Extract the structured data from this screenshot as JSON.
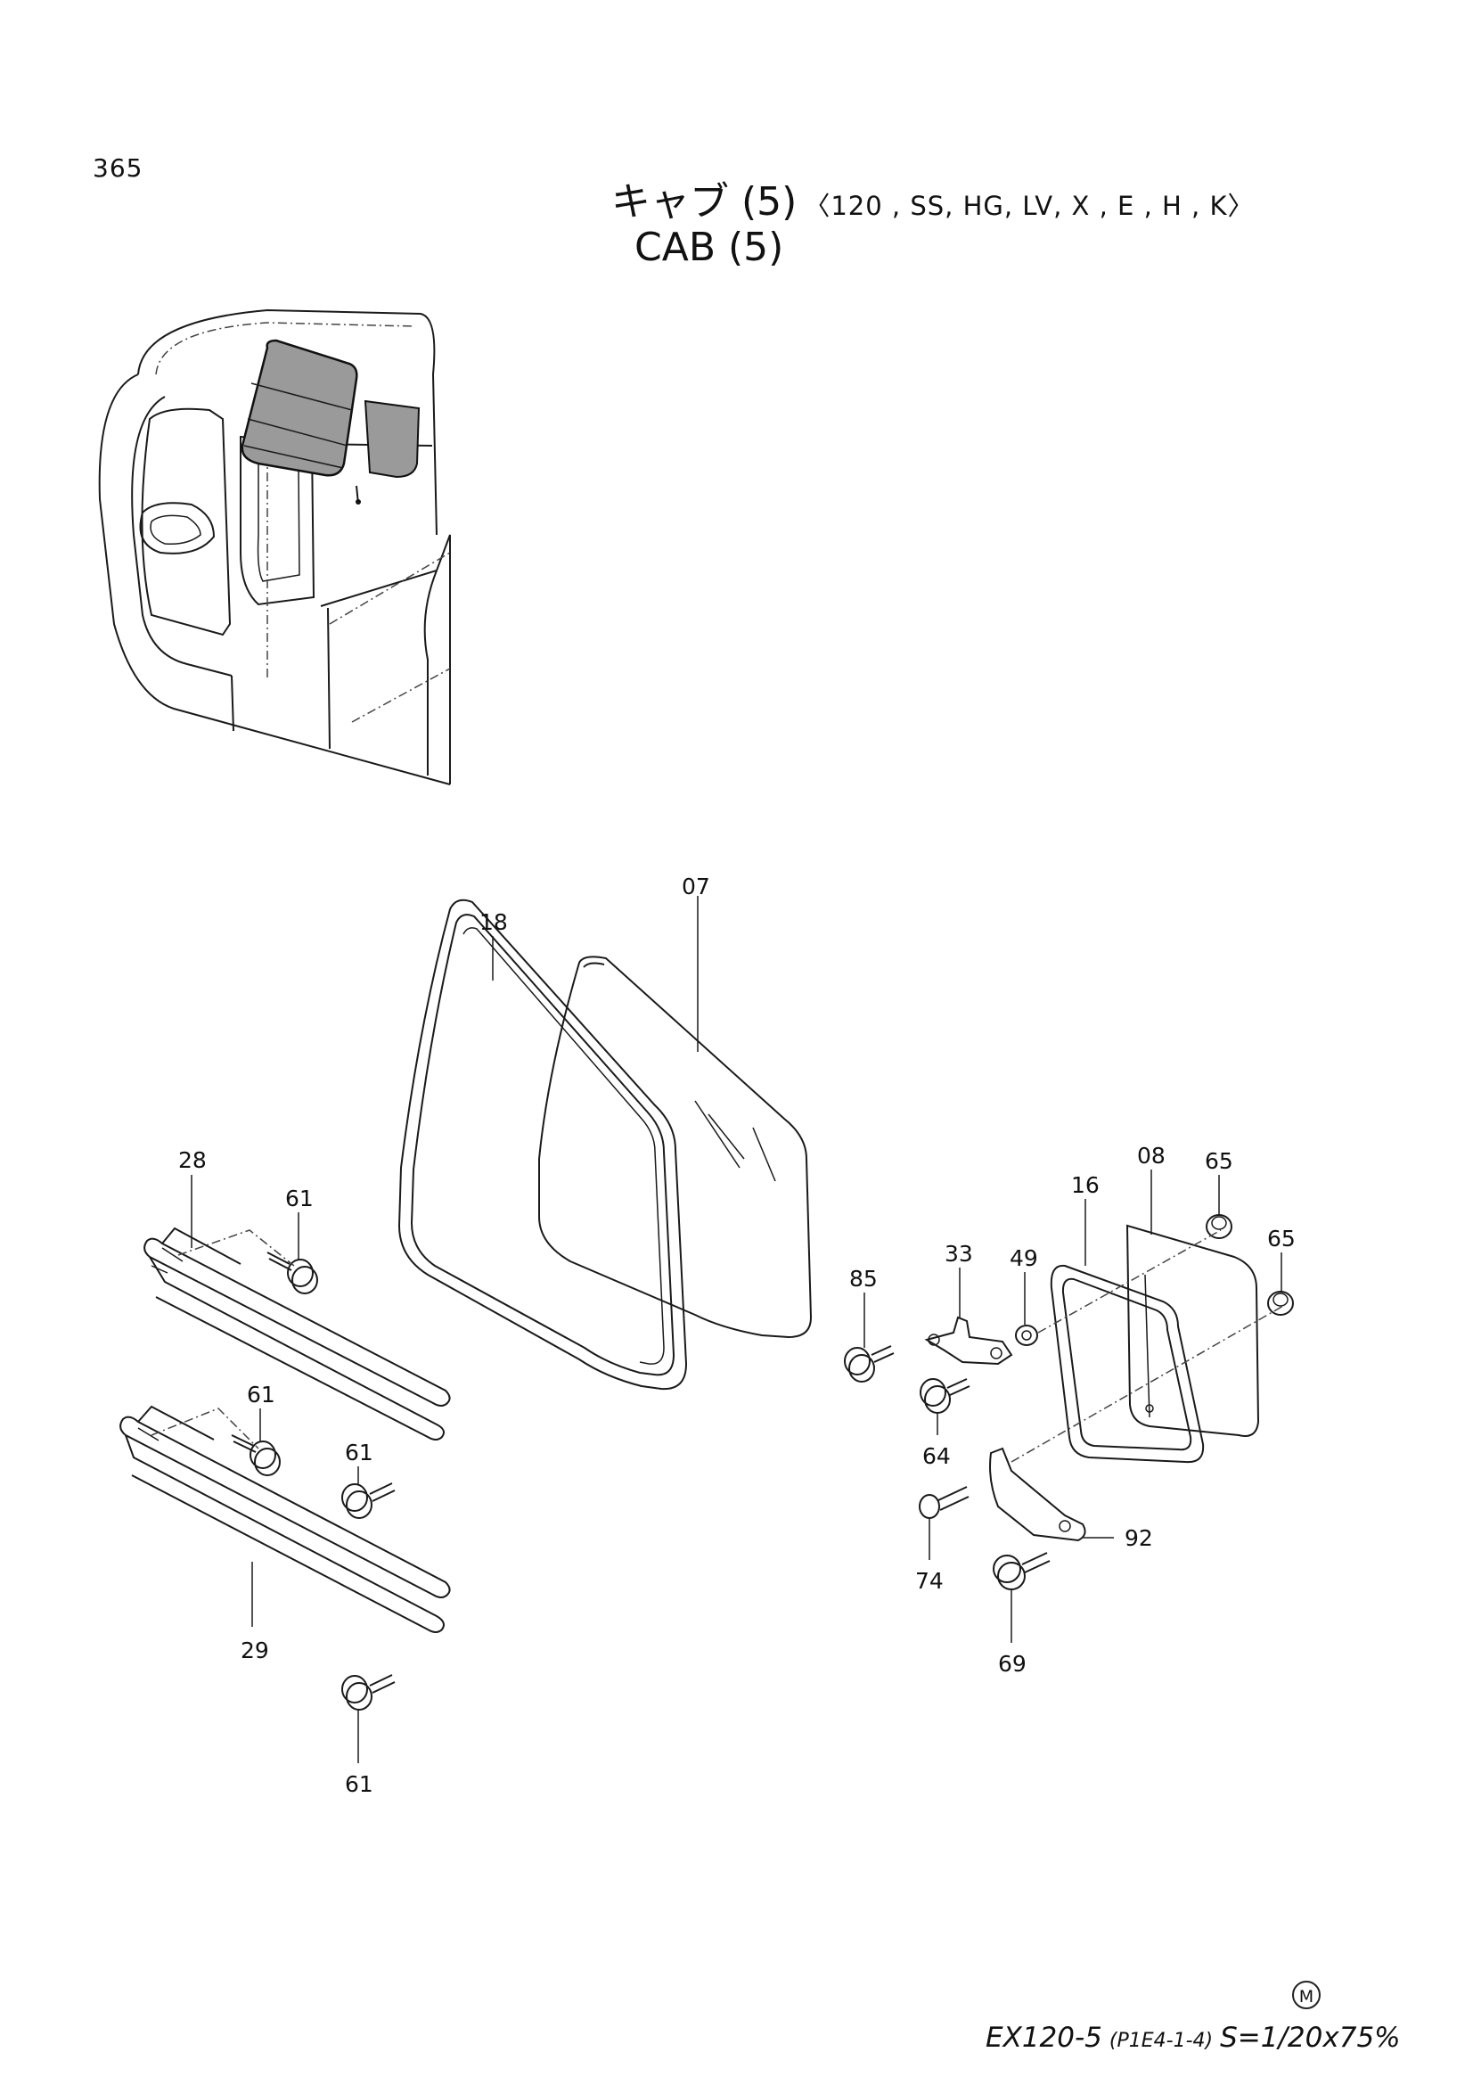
{
  "header": {
    "page_number": "365",
    "title_jp": "キャブ (5)",
    "title_models": "〈120 , SS, HG, LV, X , E , H , K〉",
    "title_en": "CAB (5)"
  },
  "footer": {
    "mark": "M",
    "model": "EX120-5",
    "code": "(P1E4-1-4)",
    "scale": "S=1/20x75%"
  },
  "callouts": {
    "p07": "07",
    "p18": "18",
    "p28": "28",
    "p61a": "61",
    "p61b": "61",
    "p61c": "61",
    "p61d": "61",
    "p29": "29",
    "p85": "85",
    "p33": "33",
    "p49": "49",
    "p64": "64",
    "p16": "16",
    "p08": "08",
    "p65a": "65",
    "p65b": "65",
    "p74": "74",
    "p92": "92",
    "p69": "69"
  }
}
